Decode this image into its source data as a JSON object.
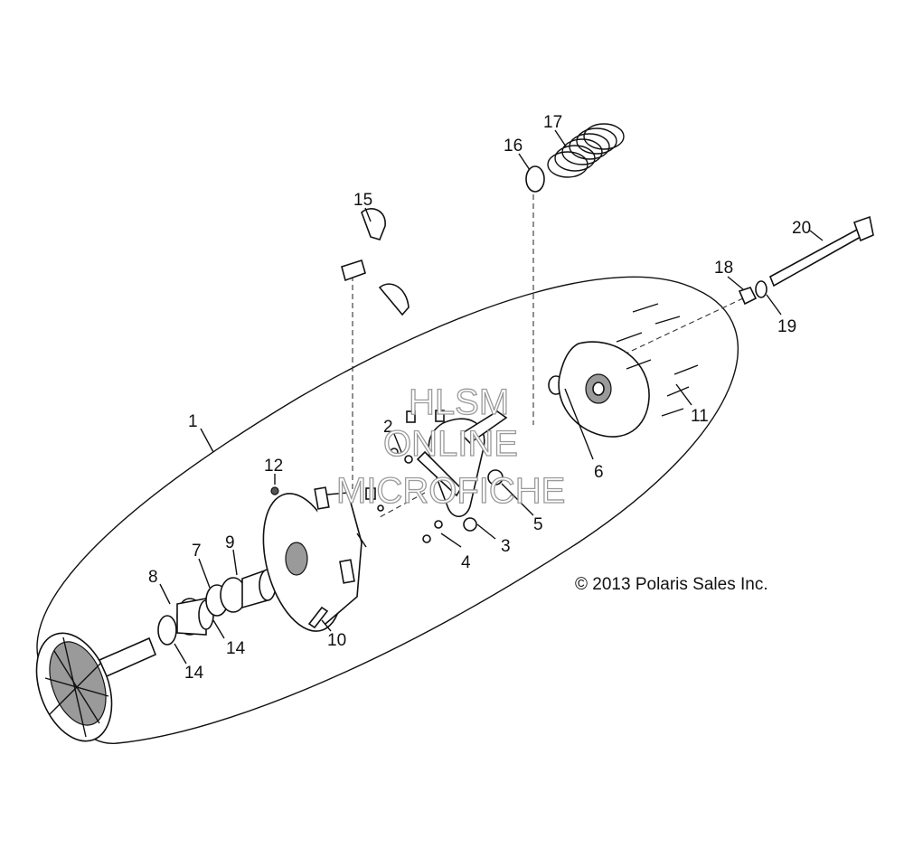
{
  "diagram": {
    "callouts": [
      "1",
      "2",
      "3",
      "4",
      "5",
      "6",
      "7",
      "8",
      "9",
      "10",
      "11",
      "12",
      "14",
      "14",
      "15",
      "16",
      "17",
      "18",
      "19",
      "20"
    ],
    "copyright": "© 2013 Polaris Sales Inc."
  },
  "watermark": {
    "line1": "HLSM",
    "line2": "ONLINE",
    "line3": "MICROFICHE"
  }
}
